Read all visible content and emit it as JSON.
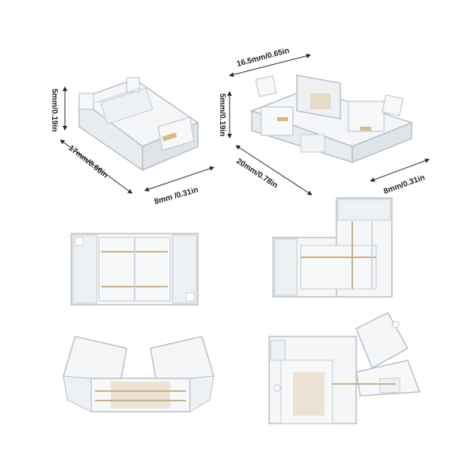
{
  "image": {
    "description_free": true
  },
  "dimensions": {
    "a_height": "5mm/0.19in",
    "a_length": "17mm/0.66in",
    "a_width": "8mm /0.31in",
    "b_top": "16.5mm/0.65in",
    "b_height": "5mm/0.19in",
    "b_length": "20mm/0.78in",
    "b_width": "8mm/0.31in"
  },
  "colors": {
    "plastic_fill": "#f4f6f8",
    "plastic_edge": "#b9c0c7",
    "plastic_shade": "#dfe4e9",
    "copper": "#d9b98a",
    "line": "#2a2a2a"
  }
}
